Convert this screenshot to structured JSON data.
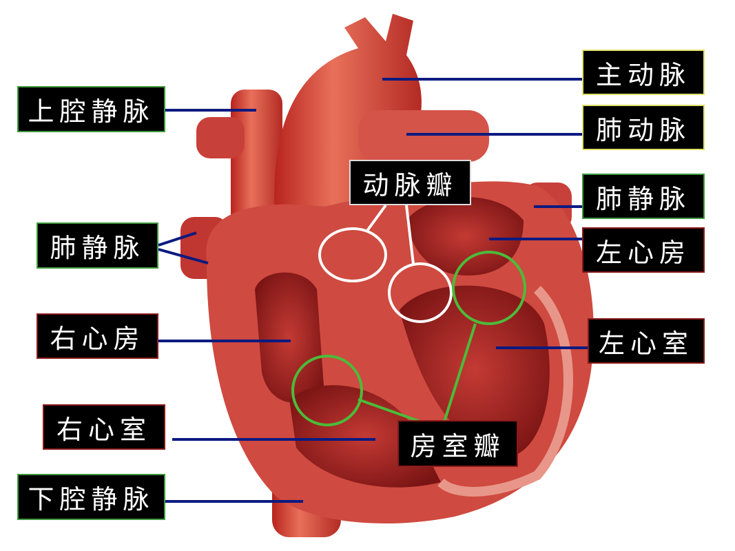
{
  "labels": {
    "superior_vena_cava": "上腔静脉",
    "aorta": "主动脉",
    "pulmonary_artery": "肺动脉",
    "arterial_valve": "动脉瓣",
    "pulmonary_vein_right": "肺静脉",
    "left_atrium": "左心房",
    "pulmonary_vein_left": "肺静脉",
    "right_atrium": "右心房",
    "left_ventricle": "左心室",
    "right_ventricle": "右心室",
    "av_valve": "房室瓣",
    "inferior_vena_cava": "下腔静脉"
  },
  "colors": {
    "leader_line": "#0b1a80",
    "heart_red": "#c8342c",
    "valve_circle_white": "#ffffff",
    "valve_circle_green": "#4cbb3a",
    "label_bg": "#000000"
  }
}
